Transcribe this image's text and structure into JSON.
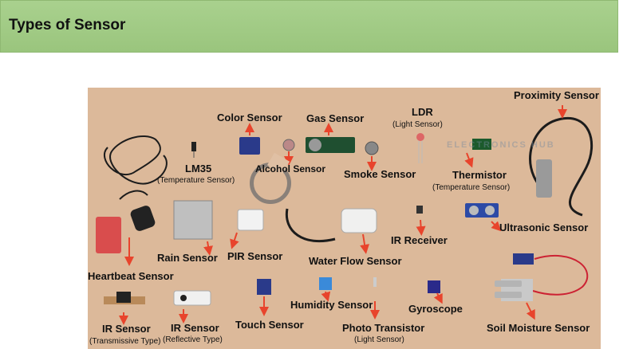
{
  "slide": {
    "title": "Types of Sensor"
  },
  "watermark": "ELECTRONICS HUB",
  "sensors": {
    "color": "Color Sensor",
    "gas": "Gas Sensor",
    "ldr": "LDR",
    "ldr_sub": "(Light Sensor)",
    "proximity": "Proximity Sensor",
    "lm35": "LM35",
    "lm35_sub": "(Temperature Sensor)",
    "alcohol": "Alcohol Sensor",
    "smoke": "Smoke Sensor",
    "thermistor": "Thermistor",
    "thermistor_sub": "(Temperature Sensor)",
    "ultrasonic": "Ultrasonic Sensor",
    "ir_receiver": "IR Receiver",
    "rain": "Rain Sensor",
    "pir": "PIR Sensor",
    "water_flow": "Water Flow Sensor",
    "heartbeat": "Heartbeat Sensor",
    "humidity": "Humidity Sensor",
    "gyroscope": "Gyroscope",
    "ir_trans": "IR Sensor",
    "ir_trans_sub": "(Transmissive Type)",
    "ir_refl": "IR Sensor",
    "ir_refl_sub": "(Reflective Type)",
    "touch": "Touch Sensor",
    "photo": "Photo Transistor",
    "photo_sub": "(Light Sensor)",
    "soil": "Soil Moisture Sensor"
  },
  "colors": {
    "header_green": "#a9d18e",
    "board": "#dcb99a",
    "arrow": "#e8442c"
  }
}
